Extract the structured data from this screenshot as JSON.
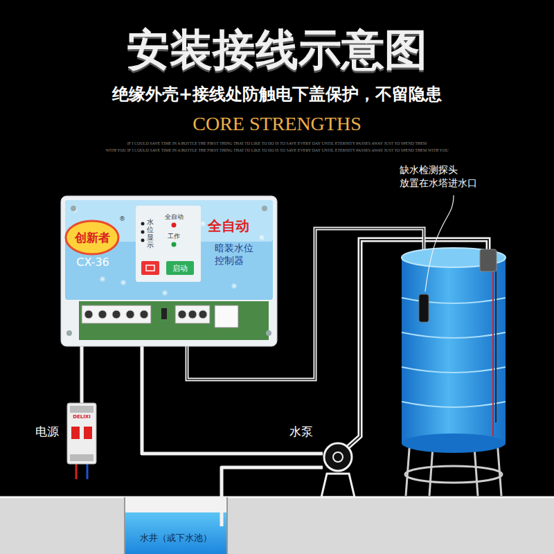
{
  "diagram": {
    "title": "安装接线示意图",
    "nodes": [
      {
        "text": [
          "创新者",
          "CX-36",
          "水位显示",
          "全自动",
          "工作",
          "全自动",
          "暗装水位控制器",
          "®"
        ]
      },
      {
        "text": [
          "启动"
        ],
        "in": 0
      },
      {
        "text": [
          "电源",
          "DELIXI"
        ]
      },
      {
        "text": [
          "水泵"
        ]
      },
      {
        "text": [
          "水井（或下水池）"
        ]
      }
    ],
    "edges": [
      {
        "from": 0,
        "to": 2,
        "arrow": "none"
      },
      {
        "from": 0,
        "to": 3,
        "arrow": "none"
      },
      {
        "from": 3,
        "to": 4,
        "arrow": "none"
      }
    ],
    "labels": [
      "绝缘外壳+接线处防触电下盖保护，不留隐患",
      "CORE STRENGTHS",
      "IF I COULD SAVE TIME IN A BOTTLE THE FIRST THING THAT I'D LIKE TO DO IS TO SAVE EVERY DAY UNTIL ETERNITY PASSES AWAY JUST TO SPEND THEM",
      "WITH YOU IF I COULD SAVE TIME IN A BOTTLE THE FIRST THING THAT I'D LIKE TO DO IS TO SAVE EVERY DAY UNTIL ETERNITY PASSES AWAY JUST TO SPEND THEM WITH YOU",
      "缺水检测探头 放置在水塔进水口"
    ]
  }
}
